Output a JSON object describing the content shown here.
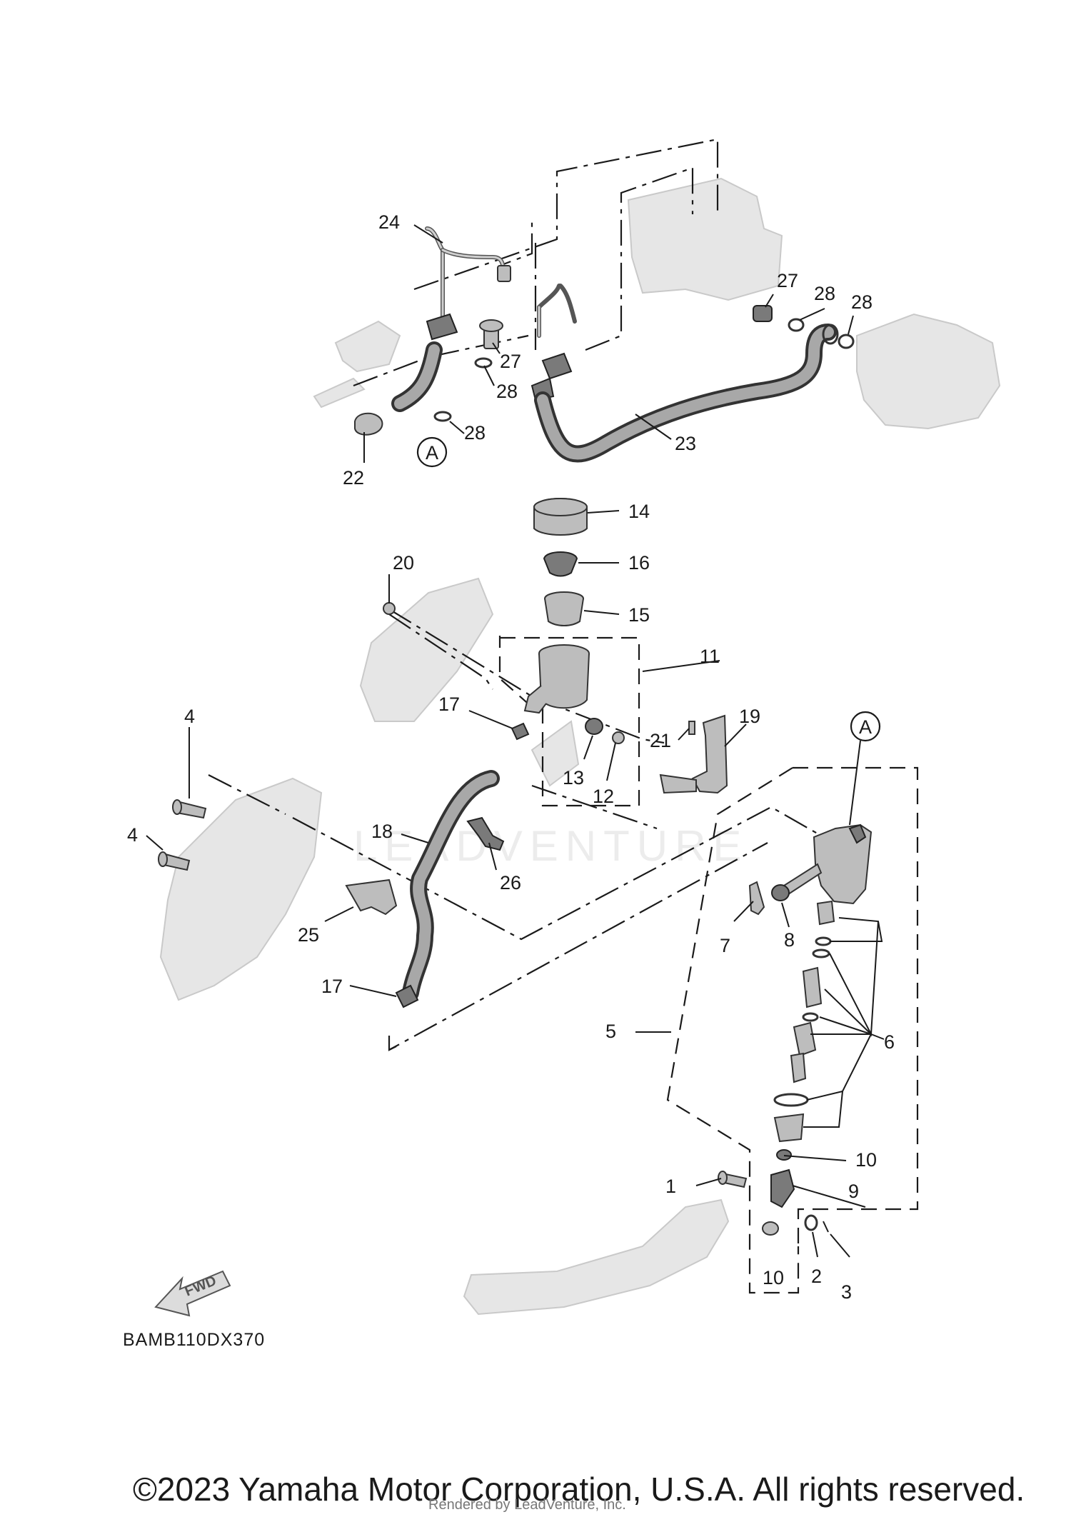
{
  "diagram": {
    "code": "BAMB110DX370",
    "copyright": "©2023 Yamaha Motor Corporation, U.S.A. All rights reserved.",
    "rendered_by": "Rendered by LeadVenture, Inc.",
    "watermark": "LEADVENTURE",
    "fwd_label": "FWD",
    "reference_mark": "A",
    "callouts": {
      "n1": "1",
      "n2": "2",
      "n3": "3",
      "n4": "4",
      "n5": "5",
      "n6": "6",
      "n7": "7",
      "n8": "8",
      "n9": "9",
      "n10": "10",
      "n11": "11",
      "n12": "12",
      "n13": "13",
      "n14": "14",
      "n15": "15",
      "n16": "16",
      "n17": "17",
      "n18": "18",
      "n19": "19",
      "n20": "20",
      "n21": "21",
      "n22": "22",
      "n23": "23",
      "n24": "24",
      "n25": "25",
      "n26": "26",
      "n27": "27",
      "n28": "28"
    }
  }
}
